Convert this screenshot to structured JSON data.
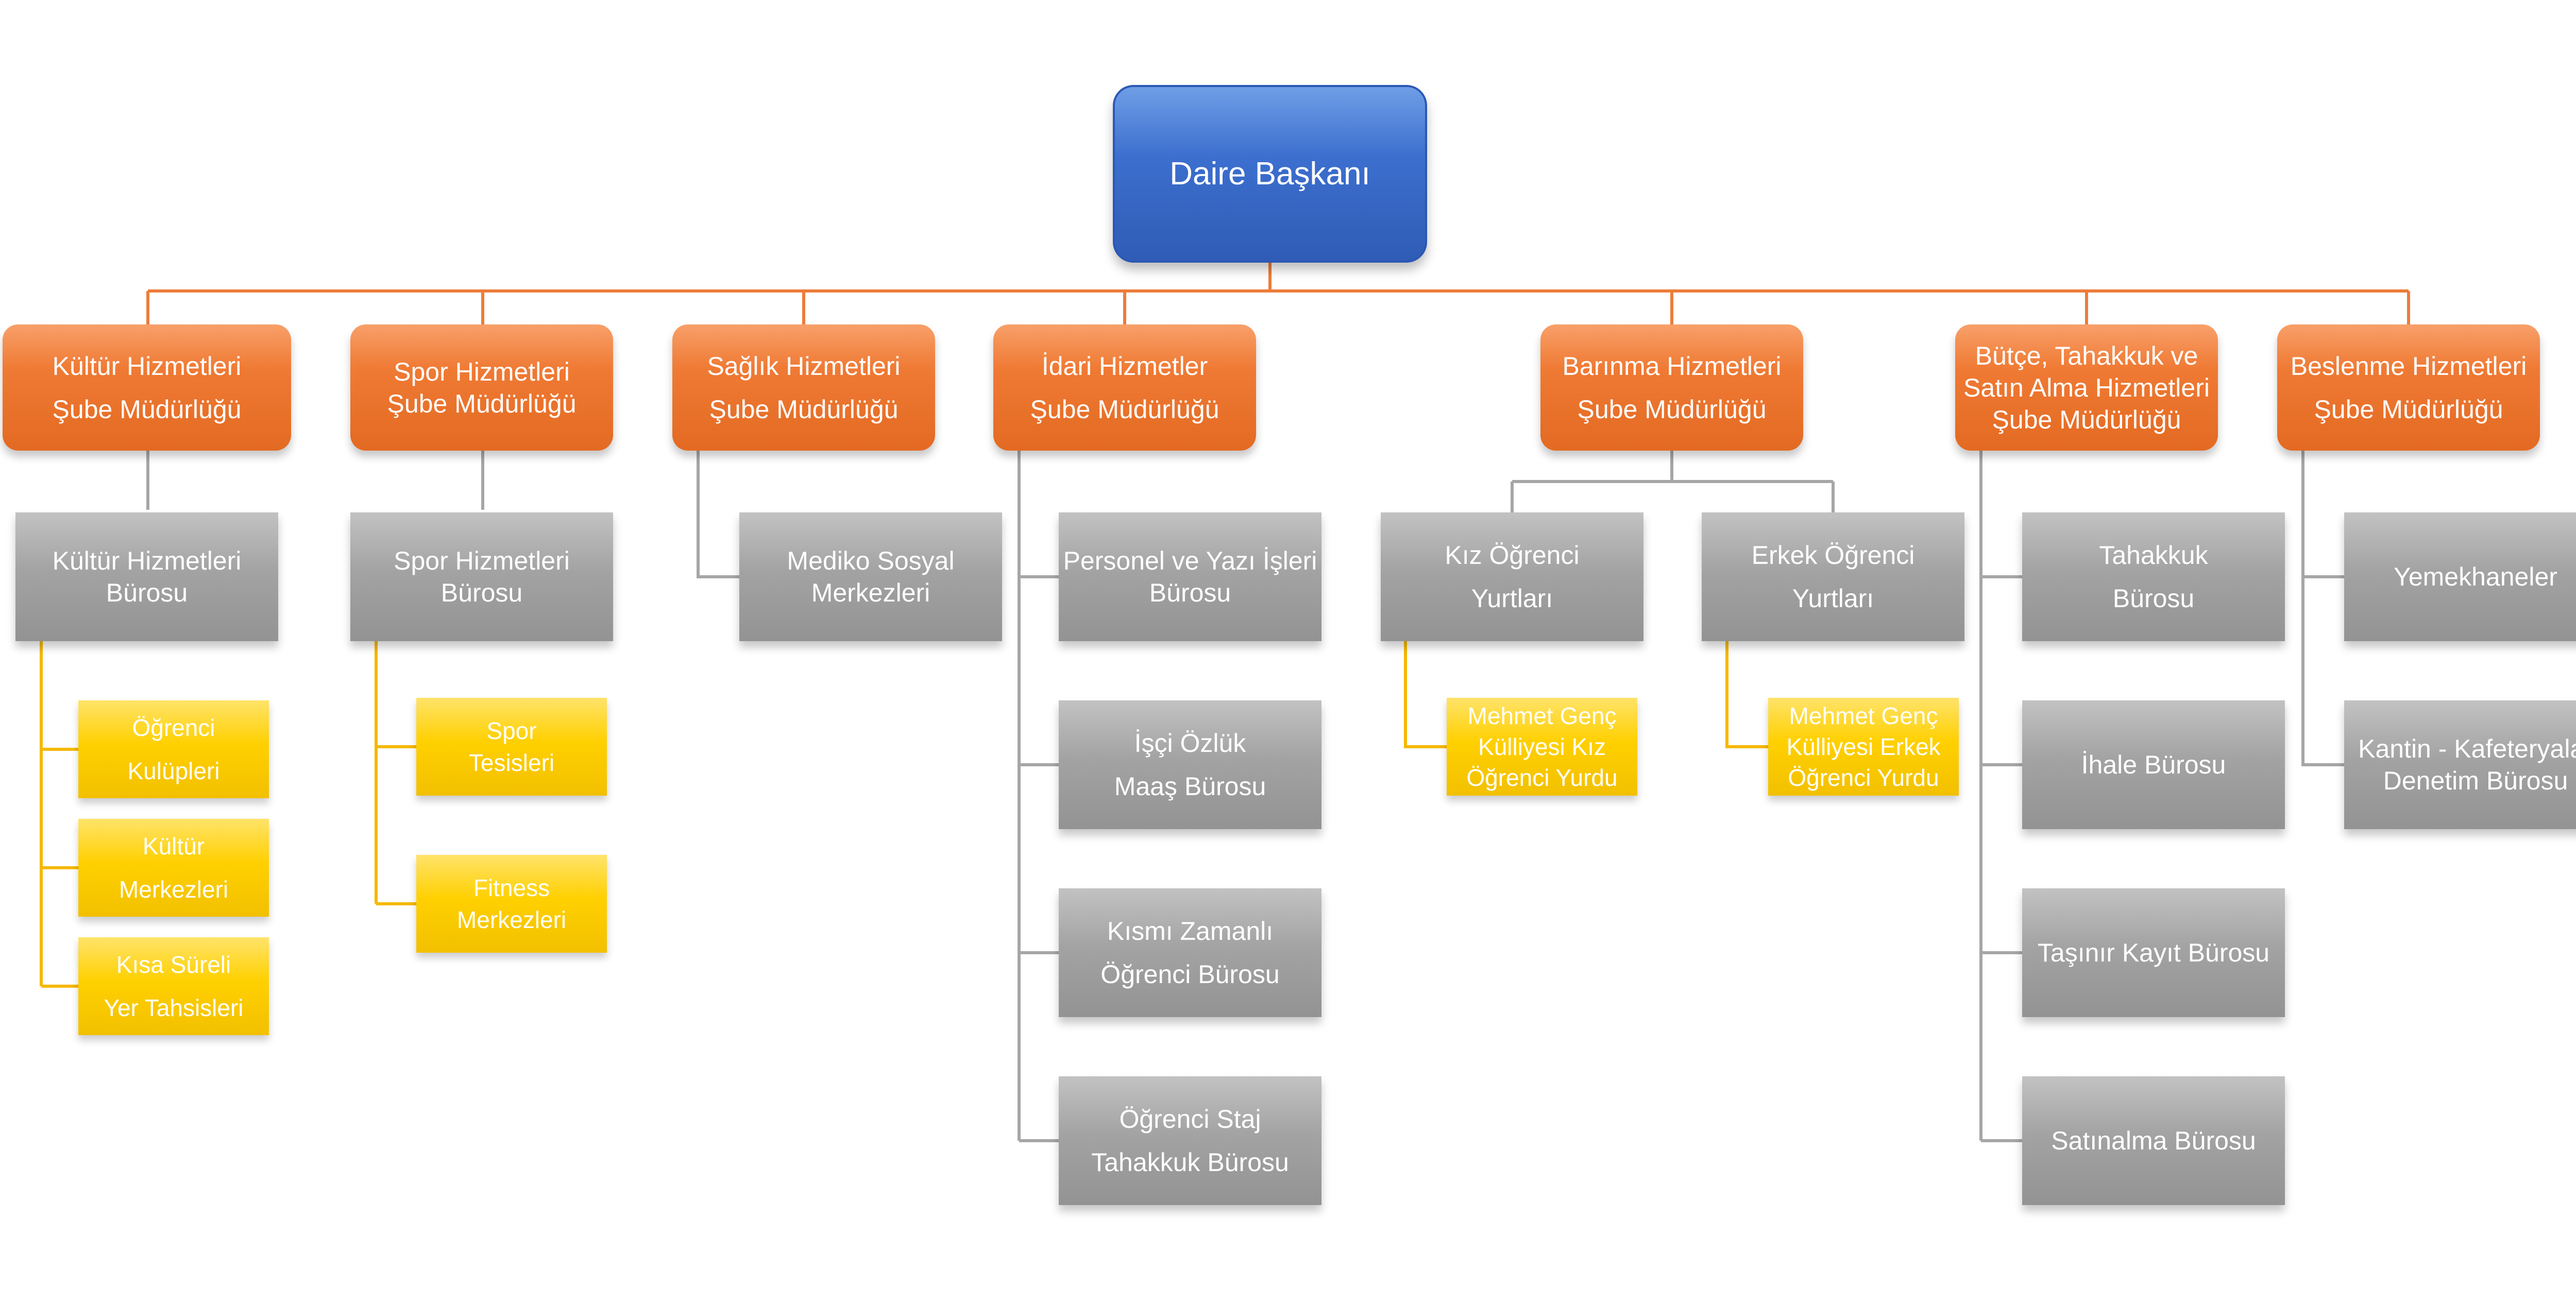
{
  "root": {
    "line1": "Daire Başkanı"
  },
  "departments": {
    "kultur": {
      "line1": "Kültür Hizmetleri",
      "line2": "Şube Müdürlüğü"
    },
    "spor": {
      "line1": "Spor Hizmetleri",
      "line2": "Şube Müdürlüğü"
    },
    "saglik": {
      "line1": "Sağlık Hizmetleri",
      "line2": "Şube Müdürlüğü"
    },
    "idari": {
      "line1": "İdari Hizmetler",
      "line2": "Şube Müdürlüğü"
    },
    "barinma": {
      "line1": "Barınma Hizmetleri",
      "line2": "Şube Müdürlüğü"
    },
    "butce": {
      "line1": "Bütçe, Tahakkuk ve",
      "line2": "Satın Alma Hizmetleri",
      "line3": "Şube Müdürlüğü"
    },
    "beslenme": {
      "line1": "Beslenme Hizmetleri",
      "line2": "Şube Müdürlüğü"
    }
  },
  "units": {
    "kultur_burosu": {
      "line1": "Kültür Hizmetleri",
      "line2": "Bürosu"
    },
    "spor_burosu": {
      "line1": "Spor Hizmetleri",
      "line2": "Bürosu"
    },
    "mediko": {
      "line1": "Mediko Sosyal",
      "line2": "Merkezleri"
    },
    "personel": {
      "line1": "Personel ve Yazı İşleri",
      "line2": "Bürosu"
    },
    "isci": {
      "line1": "İşçi Özlük",
      "line2": "Maaş Bürosu"
    },
    "kismi": {
      "line1": "Kısmı Zamanlı",
      "line2": "Öğrenci Bürosu"
    },
    "staj": {
      "line1": "Öğrenci Staj",
      "line2": "Tahakkuk Bürosu"
    },
    "kiz_yurt": {
      "line1": "Kız Öğrenci",
      "line2": "Yurtları"
    },
    "erkek_yurt": {
      "line1": "Erkek Öğrenci",
      "line2": "Yurtları"
    },
    "tahakkuk": {
      "line1": "Tahakkuk",
      "line2": "Bürosu"
    },
    "ihale": {
      "line1": "İhale Bürosu"
    },
    "tasinir": {
      "line1": "Taşınır Kayıt Bürosu"
    },
    "satinalma": {
      "line1": "Satınalma Bürosu"
    },
    "yemekhane": {
      "line1": "Yemekhaneler"
    },
    "kantin": {
      "line1": "Kantin - Kafeteryalar",
      "line2": "Denetim Bürosu"
    }
  },
  "subunits": {
    "kulupler": {
      "line1": "Öğrenci",
      "line2": "Kulüpleri"
    },
    "merkezler": {
      "line1": "Kültür",
      "line2": "Merkezleri"
    },
    "kisa_sureli": {
      "line1": "Kısa Süreli",
      "line2": "Yer Tahsisleri"
    },
    "spor_tesis": {
      "line1": "Spor",
      "line2": "Tesisleri"
    },
    "fitness": {
      "line1": "Fitness",
      "line2": "Merkezleri"
    },
    "kiz_kulliye": {
      "line1": "Mehmet Genç",
      "line2": "Külliyesi  Kız",
      "line3": "Öğrenci Yurdu"
    },
    "erkek_kulliye": {
      "line1": "Mehmet Genç",
      "line2": "Külliyesi Erkek",
      "line3": "Öğrenci Yurdu"
    }
  },
  "colors": {
    "root": "#3c6fcf",
    "department": "#ef7a34",
    "unit": "#a3a3a3",
    "subunit": "#ffd000",
    "line_orange": "#ec7d3a",
    "line_gray": "#a6a6a6",
    "line_yellow": "#f5b800"
  }
}
